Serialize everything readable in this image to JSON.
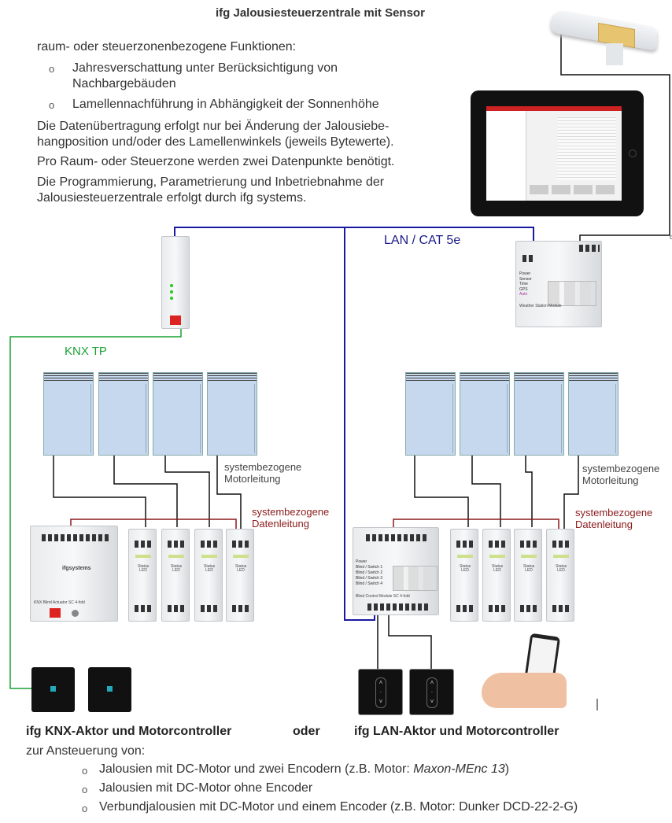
{
  "title": "ifg Jalousiesteuerzentrale  mit Sensor",
  "intro": {
    "heading": "raum- oder steuerzonenbezogene Funktionen:",
    "bullets": [
      {
        "marker": "o",
        "line1": "Jahresverschattung unter Berücksichtigung von",
        "line2": "Nachbargebäuden"
      },
      {
        "marker": "o",
        "line1": "Lamellennachführung in Abhängigkeit der Sonnenhöhe"
      }
    ],
    "para1_line1": "Die Datenübertragung erfolgt nur bei Änderung der Jalousiebe-",
    "para1_line2": "hangposition und/oder des Lamellenwinkels (jeweils Bytewerte).",
    "para2": "Pro Raum- oder Steuerzone werden zwei Datenpunkte benötigt.",
    "para3_line1": "Die Programmierung, Parametrierung und Inbetriebnahme der",
    "para3_line2": "Jalousiesteuerzentrale erfolgt durch ifg systems."
  },
  "diagram": {
    "lan_label": "LAN / CAT 5e",
    "knx_label": "KNX TP",
    "motor_line_label_1": "systembezogene",
    "motor_line_label_2": "Motorleitung",
    "data_line_label_1": "systembezogene",
    "data_line_label_2": "Datenleitung",
    "knx_actuator_label": "KNX Blind Actuator SC 4-fold",
    "lan_actuator_label": "Blind Control Module SC 4-fold",
    "weather_module_label": "Weather Station Module",
    "brand": "ifgsystems",
    "status_led": "Status LED",
    "lan_actuator_leds": [
      "Power",
      "Blind / Switch 1",
      "Blind / Switch 2",
      "Blind / Switch 3",
      "Blind / Switch 4"
    ],
    "weather_leds": [
      "Power",
      "Sensor",
      "Time",
      "GPS",
      "Auto"
    ],
    "colors": {
      "lan": "#1a1aa0",
      "knx": "#1aa034",
      "data": "#8b1a1a",
      "motor": "#111111",
      "blind": "#c6d8ee"
    }
  },
  "footer": {
    "knx_title": "ifg KNX-Aktor und Motorcontroller",
    "or": "oder",
    "lan_title": "ifg LAN-Aktor und Motorcontroller",
    "subtitle": "zur Ansteuerung von:",
    "items": [
      {
        "marker": "o",
        "text": "Jalousien mit DC-Motor und zwei Encodern (z.B. Motor: ",
        "italic": "Maxon-MEnc 13",
        "end": ")"
      },
      {
        "marker": "o",
        "text": "Jalousien mit DC-Motor ohne Encoder"
      },
      {
        "marker": "o",
        "text": "Verbundjalousien mit DC-Motor und einem Encoder (z.B. Motor: Dunker DCD-22-2-G)"
      }
    ]
  }
}
